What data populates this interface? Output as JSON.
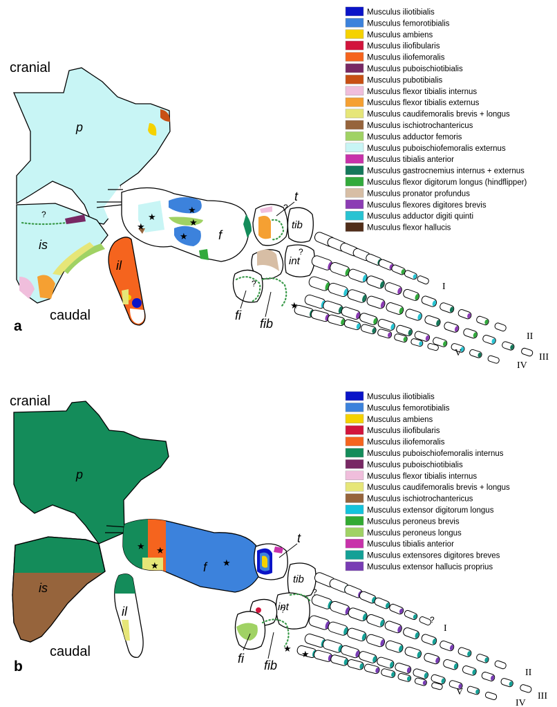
{
  "panel_a": {
    "letter": "a",
    "cranial": "cranial",
    "caudal": "caudal",
    "bones": {
      "p": "p",
      "is": "is",
      "il": "il",
      "f": "f",
      "t": "t",
      "tib": "tib",
      "int": "int",
      "fi": "fi",
      "fib": "fib"
    },
    "digits": [
      "I",
      "II",
      "III",
      "IV",
      "V"
    ],
    "legend": [
      {
        "name": "Musculus iliotibialis",
        "color": "#0a14c8"
      },
      {
        "name": "Musculus femorotibialis",
        "color": "#3c82dc"
      },
      {
        "name": "Musculus ambiens",
        "color": "#f5d200"
      },
      {
        "name": "Musculus iliofibularis",
        "color": "#d2143c"
      },
      {
        "name": "Musculus iliofemoralis",
        "color": "#f5641e"
      },
      {
        "name": "Musculus puboischiotibialis",
        "color": "#782864"
      },
      {
        "name": "Musculus pubotibialis",
        "color": "#c85014"
      },
      {
        "name": "Musculus flexor tibialis internus",
        "color": "#f0bedc"
      },
      {
        "name": "Musculus flexor tibialis externus",
        "color": "#f5a032"
      },
      {
        "name": "Musculus caudifemoralis brevis + longus",
        "color": "#e6e678"
      },
      {
        "name": "Musculus ischiotrochantericus",
        "color": "#96643c"
      },
      {
        "name": "Musculus adductor femoris",
        "color": "#a0d264"
      },
      {
        "name": "Musculus puboischiofemoralis externus",
        "color": "#c8f5f5"
      },
      {
        "name": "Musculus tibialis anterior",
        "color": "#c832aa"
      },
      {
        "name": "Musculus gastrocnemius internus + externus",
        "color": "#14785a"
      },
      {
        "name": "Musculus flexor digitorum longus (hindflipper)",
        "color": "#32aa3c"
      },
      {
        "name": "Musculus pronator profundus",
        "color": "#d7bea5"
      },
      {
        "name": "Musculus flexores digitores brevis",
        "color": "#8c3cb4"
      },
      {
        "name": "Musculus adductor digiti quinti",
        "color": "#28c3d2"
      },
      {
        "name": "Musculus flexor hallucis",
        "color": "#502d19"
      }
    ]
  },
  "panel_b": {
    "letter": "b",
    "cranial": "cranial",
    "caudal": "caudal",
    "bones": {
      "p": "p",
      "is": "is",
      "il": "il",
      "f": "f",
      "t": "t",
      "tib": "tib",
      "int": "int",
      "fi": "fi",
      "fib": "fib"
    },
    "digits": [
      "I",
      "II",
      "III",
      "IV",
      "V"
    ],
    "legend": [
      {
        "name": "Musculus iliotibialis",
        "color": "#0a14c8"
      },
      {
        "name": "Musculus femorotibialis",
        "color": "#3c82dc"
      },
      {
        "name": "Musculus ambiens",
        "color": "#f5d200"
      },
      {
        "name": "Musculus iliofibularis",
        "color": "#d2143c"
      },
      {
        "name": "Musculus iliofemoralis",
        "color": "#f5641e"
      },
      {
        "name": "Musculus puboischiofemoralis internus",
        "color": "#148c5a"
      },
      {
        "name": "Musculus puboischiotibialis",
        "color": "#782864"
      },
      {
        "name": "Musculus flexor tibialis internus",
        "color": "#f0bedc"
      },
      {
        "name": "Musculus caudifemoralis brevis + longus",
        "color": "#e6e678"
      },
      {
        "name": "Musculus ischiotrochantericus",
        "color": "#96643c"
      },
      {
        "name": "Musculus extensor digitorum longus",
        "color": "#14c3dc"
      },
      {
        "name": "Musculus peroneus brevis",
        "color": "#32aa32"
      },
      {
        "name": "Musculus peroneus longus",
        "color": "#a0d264"
      },
      {
        "name": "Musculus tibialis anterior",
        "color": "#c832aa"
      },
      {
        "name": "Musculus extensores digitores breves",
        "color": "#14a096"
      },
      {
        "name": "Musculus extensor hallucis proprius",
        "color": "#783cb4"
      }
    ]
  }
}
